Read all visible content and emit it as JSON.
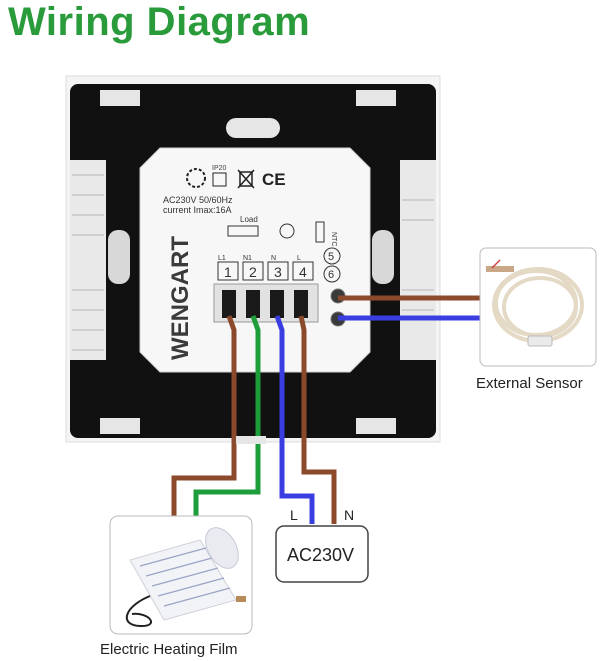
{
  "title": "Wiring Diagram",
  "brand": "WENGART",
  "spec_line1": "AC230V 50/60Hz",
  "spec_line2": "current Imax:16A",
  "ip_rating": "IP20",
  "ce_mark": "CE",
  "load_label": "Load",
  "terminal_labels": {
    "t1": "L1",
    "t2": "N1",
    "t3": "N",
    "t4": "L",
    "ntc": "NTC"
  },
  "terminal_numbers": {
    "t1": "1",
    "t2": "2",
    "t3": "3",
    "t4": "4",
    "t5": "5",
    "t6": "6"
  },
  "power_label_L": "L",
  "power_label_N": "N",
  "power_box": "AC230V",
  "sensor_caption": "External Sensor",
  "film_caption": "Electric Heating Film",
  "colors": {
    "title": "#2a9b3a",
    "brown": "#8b4a2b",
    "green": "#1e9e3a",
    "blue": "#3a3ee0"
  }
}
